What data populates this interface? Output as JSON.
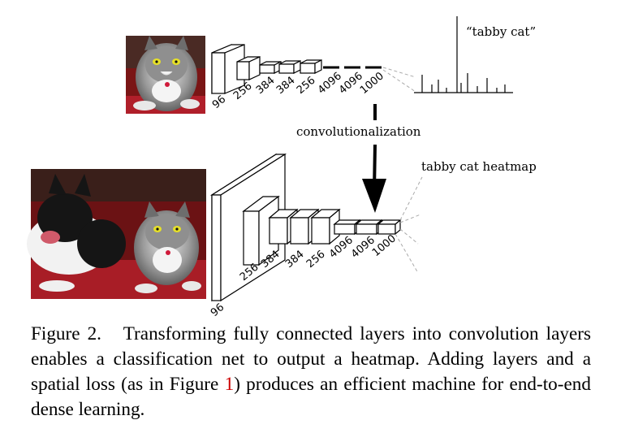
{
  "figure": {
    "top_labels": [
      "96",
      "256",
      "384",
      "384",
      "256",
      "4096",
      "4096",
      "1000"
    ],
    "bottom_labels": [
      "96",
      "256",
      "384",
      "384",
      "256",
      "4096",
      "4096",
      "1000"
    ],
    "top_class_label": "“tabby cat”",
    "transform_label": "convolutionalization",
    "heatmap_label": "tabby cat heatmap",
    "top_photo_subject": "tabby cat",
    "bottom_photo_subject": "dog and tabby cat on red couch"
  },
  "caption": {
    "prefix": "Figure 2.",
    "text_before_ref": "Transforming fully connected layers into convolution layers enables a classification net to output a heatmap. Adding layers and a spatial loss (as in Figure ",
    "ref": "1",
    "text_after_ref": ") produces an efficient machine for end-to-end dense learning."
  }
}
